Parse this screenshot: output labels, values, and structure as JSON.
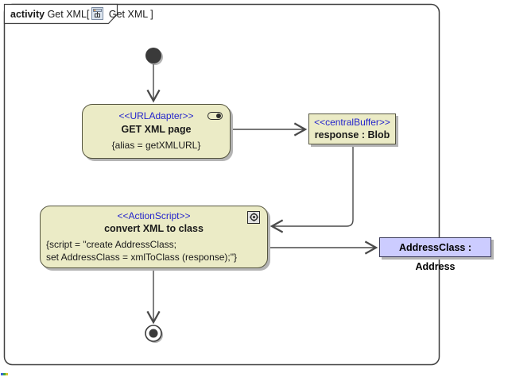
{
  "frame": {
    "keyword": "activity",
    "title": "Get XML[",
    "diagram_ref": "Get XML ]",
    "diagram_icon": "activity-diagram-icon"
  },
  "nodes": {
    "get_xml_action": {
      "stereotype": "<<URLAdapter>>",
      "name": "GET XML page",
      "constraint": "{alias = getXMLURL}",
      "icon": "pin-stadium-icon"
    },
    "response_buffer": {
      "stereotype": "<<centralBuffer>>",
      "name": "response : Blob"
    },
    "convert_action": {
      "stereotype": "<<ActionScript>>",
      "name": "convert XML to class",
      "script_line1": "{script = \"create AddressClass;",
      "script_line2": "set AddressClass = xmlToClass (response);\"}",
      "icon": "gear-icon"
    },
    "address_object": {
      "name": "AddressClass : Address"
    }
  },
  "colors": {
    "node_fill": "#ebebc6",
    "object_fill": "#ccccff",
    "stereotype_text": "#2323cc",
    "edge": "#4a4a4a",
    "shadow": "#b4b4b4"
  }
}
